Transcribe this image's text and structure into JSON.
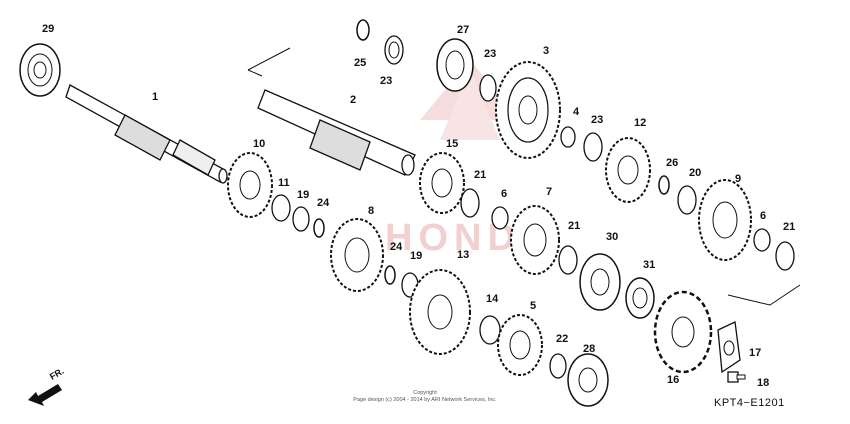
{
  "diagram_code": "KPT4−E1201",
  "copyright": {
    "line1": "Copyright",
    "line2": "Page design (c) 2004 - 2014 by ARI Network Services, Inc."
  },
  "watermark": "HONDA",
  "direction_marker": "FR.",
  "callouts": [
    "29",
    "1",
    "2",
    "25",
    "23",
    "27",
    "23",
    "3",
    "4",
    "23",
    "12",
    "10",
    "11",
    "19",
    "24",
    "15",
    "21",
    "6",
    "7",
    "26",
    "20",
    "9",
    "6",
    "21",
    "8",
    "24",
    "19",
    "13",
    "21",
    "30",
    "31",
    "14",
    "5",
    "22",
    "28",
    "16",
    "17",
    "18"
  ],
  "colors": {
    "ink": "#111111",
    "watermark": "#f2d0d0",
    "background": "#ffffff"
  }
}
